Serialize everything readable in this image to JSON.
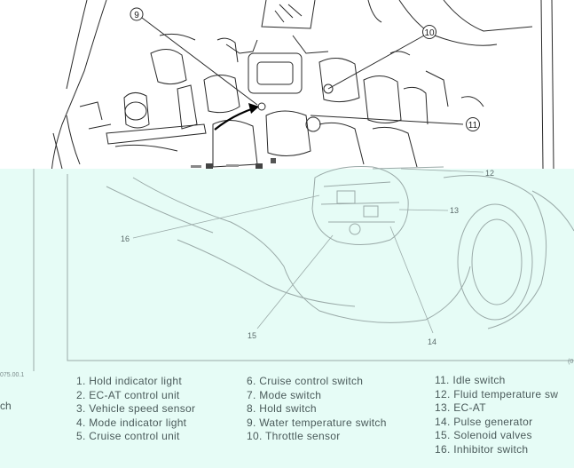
{
  "callouts_top": [
    "9",
    "10",
    "11"
  ],
  "callouts_bottom": [
    "12",
    "13",
    "14",
    "15",
    "16"
  ],
  "legend_col1": [
    "1. Hold indicator light",
    "2. EC-AT control unit",
    "3. Vehicle speed sensor",
    "4. Mode indicator light",
    "5. Cruise control unit"
  ],
  "legend_col2": [
    "6. Cruise control switch",
    "7. Mode switch",
    "8. Hold switch",
    "9. Water temperature switch",
    "10. Throttle sensor"
  ],
  "legend_col3": [
    "11. Idle switch",
    "12. Fluid temperature sw",
    "13. EC-AT",
    "14. Pulse generator",
    "15. Solenoid valves",
    "16. Inhibitor switch"
  ],
  "edge_left_code": "075.00.1",
  "edge_left_text": "ch",
  "edge_right_code": "(0",
  "colors": {
    "cyan_wash": "#e6fcf6",
    "line_art": "#2a2a2a",
    "faded_line": "#9aaaa8"
  }
}
